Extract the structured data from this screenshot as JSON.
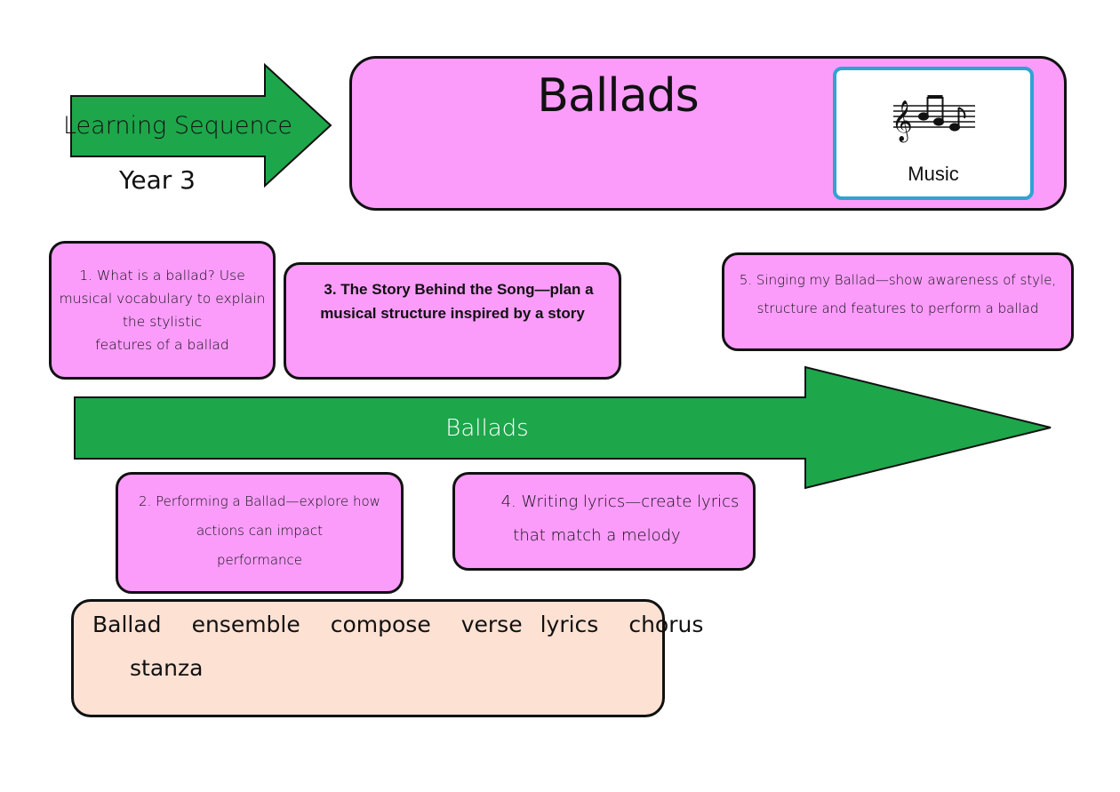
{
  "header": {
    "arrow_label": "Learning Sequence",
    "year": "Year 3",
    "title": "Ballads",
    "subject_tile": {
      "icon": "music-notes-icon",
      "label": "Music"
    }
  },
  "steps": [
    {
      "lines": [
        "1. What is a ballad? Use",
        "musical vocabulary to explain",
        "the stylistic",
        "features of a ballad"
      ]
    },
    {
      "lines": [
        "2. Performing a Ballad—explore how",
        "actions can impact",
        "performance"
      ]
    },
    {
      "lines": [
        "3. The Story Behind the Song—plan a",
        "musical structure inspired by a story"
      ]
    },
    {
      "lines": [
        "4. Writing lyrics—create lyrics",
        "that match a melody"
      ]
    },
    {
      "lines": [
        "5. Singing my Ballad—show awareness of style,",
        "structure and features to perform a ballad"
      ]
    }
  ],
  "timeline": {
    "label": "Ballads"
  },
  "vocabulary": [
    "Ballad",
    "ensemble",
    "compose",
    "verse",
    "lyrics",
    "chorus",
    "stanza"
  ],
  "colors": {
    "arrow_green": "#1ea64b",
    "card_pink": "#fb9cfb",
    "vocab_peach": "#fde1d3",
    "tile_border_blue": "#2fa3d2",
    "outline": "#111111"
  }
}
